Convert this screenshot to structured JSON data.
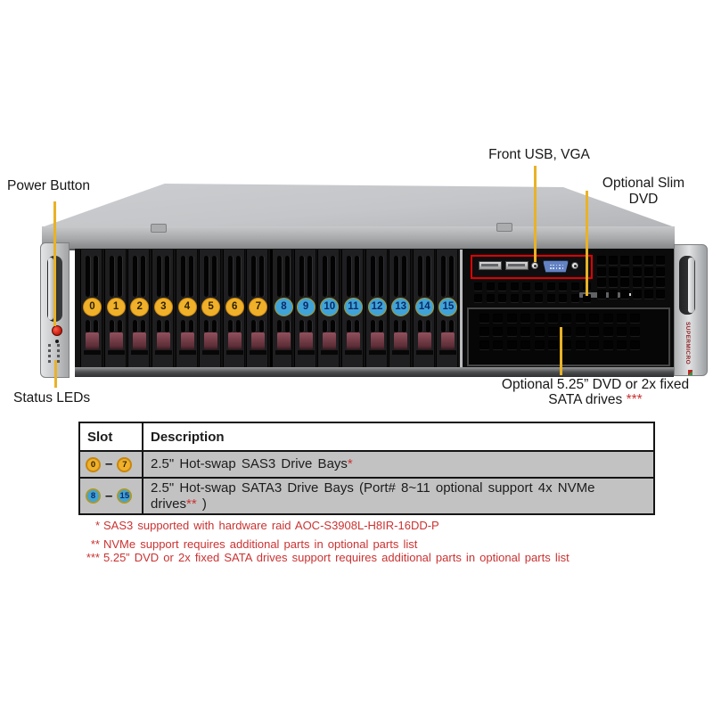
{
  "colors": {
    "leader_yellow": "#E9B227",
    "annotation_red": "#E10000",
    "footnote_red": "#CB3232",
    "sas_circle_fill": "#F0B02A",
    "sas_circle_ring": "#C8860E",
    "sas_circle_text": "#2E2200",
    "sata_circle_fill": "#3FA3D8",
    "sata_circle_ring": "#A89A2E",
    "sata_circle_text": "#0D2A66",
    "table_row_gray": "#C2C2C2"
  },
  "annotations": {
    "power_button_label": "Power Button",
    "front_usb_vga_label": "Front USB, VGA",
    "optional_slim_dvd_line1": "Optional Slim",
    "optional_slim_dvd_line2": "DVD",
    "status_leds_label": "Status LEDs",
    "optical_bay_line1": "Optional 5.25” DVD or 2x fixed",
    "optical_bay_line2": "SATA drives ",
    "optical_bay_marker": "***"
  },
  "server": {
    "brand": "SUPERMICRO",
    "drive_slots": [
      {
        "num": "0",
        "group": "sas"
      },
      {
        "num": "1",
        "group": "sas"
      },
      {
        "num": "2",
        "group": "sas"
      },
      {
        "num": "3",
        "group": "sas"
      },
      {
        "num": "4",
        "group": "sas"
      },
      {
        "num": "5",
        "group": "sas"
      },
      {
        "num": "6",
        "group": "sas"
      },
      {
        "num": "7",
        "group": "sas"
      },
      {
        "num": "8",
        "group": "sata"
      },
      {
        "num": "9",
        "group": "sata"
      },
      {
        "num": "10",
        "group": "sata"
      },
      {
        "num": "11",
        "group": "sata"
      },
      {
        "num": "12",
        "group": "sata"
      },
      {
        "num": "13",
        "group": "sata"
      },
      {
        "num": "14",
        "group": "sata"
      },
      {
        "num": "15",
        "group": "sata"
      }
    ]
  },
  "table": {
    "headers": [
      "Slot",
      "Description"
    ],
    "rows": [
      {
        "slot_start": "0",
        "slot_end": "7",
        "group": "sas",
        "desc_parts": [
          {
            "text": "2.5\" Hot-swap SAS3 Drive Bays"
          },
          {
            "text": "*",
            "red": true
          }
        ]
      },
      {
        "slot_start": "8",
        "slot_end": "15",
        "group": "sata",
        "desc_parts": [
          {
            "text": "2.5\" Hot-swap SATA3 Drive Bays (Port# 8~11 optional support 4x NVMe "
          },
          {
            "text": "drives",
            "nowrap_group": true
          },
          {
            "text": "**",
            "red": true,
            "nowrap_group": true
          },
          {
            "text": " )",
            "nowrap_group": true
          }
        ]
      }
    ]
  },
  "footnotes": [
    {
      "marker": "*",
      "text": "SAS3 supported with hardware raid AOC-S3908L-H8IR-16DD-P"
    },
    {
      "marker": "**",
      "text": "NVMe support requires additional parts in optional parts list"
    },
    {
      "marker": "***",
      "text": "5.25” DVD or 2x fixed SATA drives support requires additional parts in optional parts list"
    }
  ]
}
